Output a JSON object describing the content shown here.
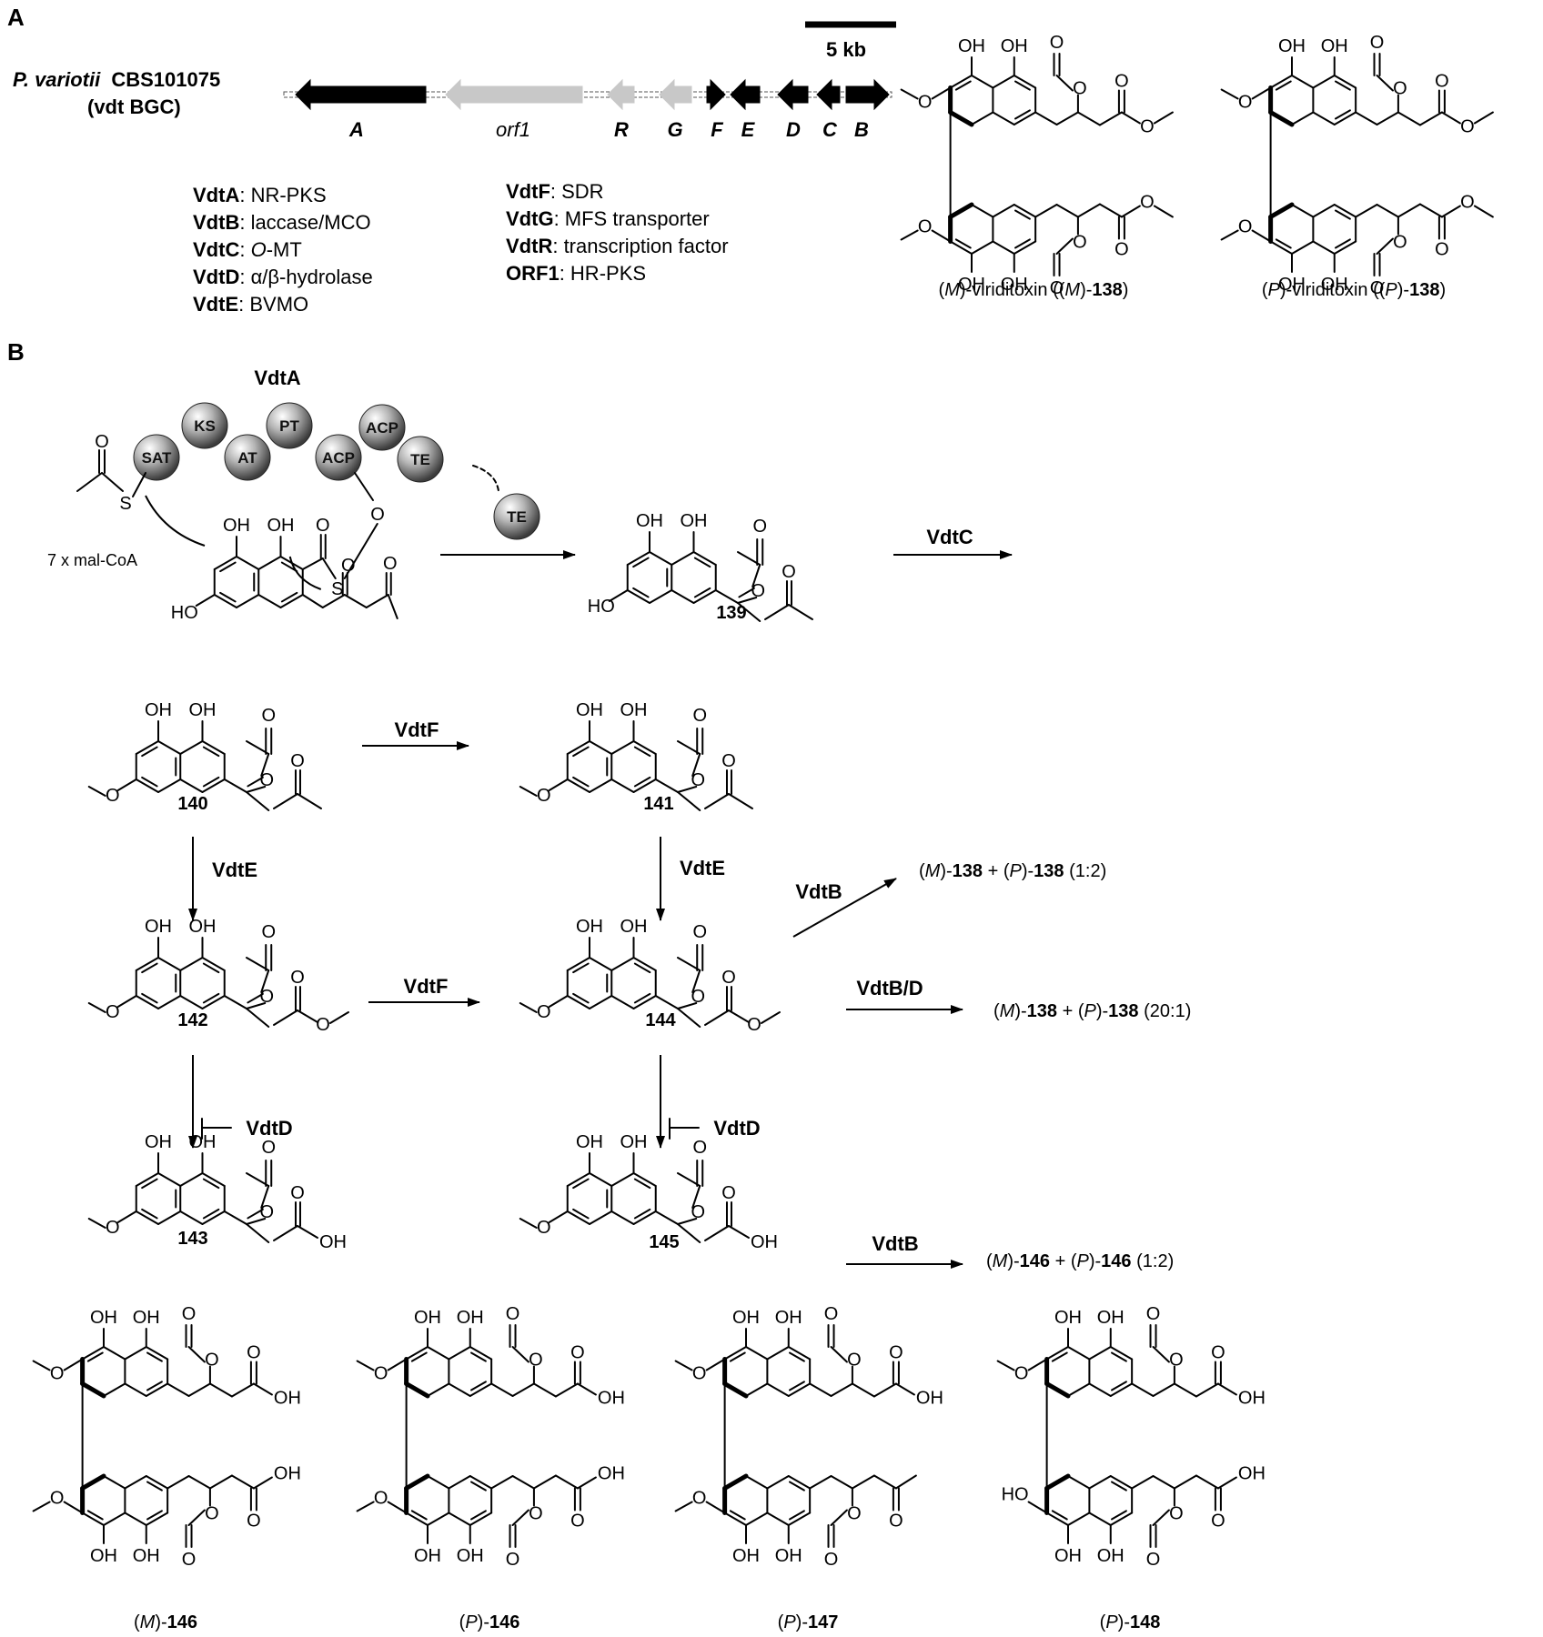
{
  "panels": {
    "a": "A",
    "b": "B"
  },
  "cluster": {
    "organism": "P. variotii",
    "strain": "CBS101075",
    "bgc": "(vdt BGC)",
    "scale": "5 kb",
    "genes": [
      {
        "label": "A",
        "italic_bold": true,
        "color": "#000000"
      },
      {
        "label": "orf1",
        "italic_bold": false,
        "color": "#c8c8c8"
      },
      {
        "label": "R",
        "italic_bold": true,
        "color": "#c8c8c8"
      },
      {
        "label": "G",
        "italic_bold": true,
        "color": "#c8c8c8"
      },
      {
        "label": "F",
        "italic_bold": true,
        "color": "#000000"
      },
      {
        "label": "E",
        "italic_bold": true,
        "color": "#000000"
      },
      {
        "label": "D",
        "italic_bold": true,
        "color": "#000000"
      },
      {
        "label": "C",
        "italic_bold": true,
        "color": "#000000"
      },
      {
        "label": "B",
        "italic_bold": true,
        "color": "#000000"
      }
    ]
  },
  "legend_left": [
    {
      "name": "VdtA",
      "sep": ": ",
      "desc": "NR-PKS"
    },
    {
      "name": "VdtB",
      "sep": ": ",
      "desc": "laccase/MCO"
    },
    {
      "name": "VdtC",
      "sep": ": ",
      "desc_italic": "O",
      "desc": "-MT"
    },
    {
      "name": "VdtD",
      "sep": ": ",
      "desc": "α/β-hydrolase"
    },
    {
      "name": "VdtE",
      "sep": ": ",
      "desc": "BVMO"
    }
  ],
  "legend_right": [
    {
      "name": "VdtF",
      "sep": ": ",
      "desc": "SDR"
    },
    {
      "name": "VdtG",
      "sep": ": ",
      "desc": "MFS transporter"
    },
    {
      "name": "VdtR",
      "sep": ": ",
      "desc": "transcription factor"
    },
    {
      "name": "ORF1",
      "sep": ": ",
      "desc": "HR-PKS"
    }
  ],
  "top_products": [
    {
      "pre": "(",
      "stereo": "M",
      "mid": ")-viriditoxin ((",
      "stereo2": "M",
      "post": ")-",
      "num": "138",
      "end": ")"
    },
    {
      "pre": "(",
      "stereo": "P",
      "mid": ")-viriditoxin ((",
      "stereo2": "P",
      "post": ")-",
      "num": "138",
      "end": ")"
    }
  ],
  "pks": {
    "title": "VdtA",
    "domains": [
      "SAT",
      "KS",
      "AT",
      "PT",
      "ACP",
      "ACP",
      "TE"
    ],
    "released_domain": "TE",
    "malonyl": "7 x mal-CoA"
  },
  "compounds": {
    "c139": "139",
    "c140": "140",
    "c141": "141",
    "c142": "142",
    "c143": "143",
    "c144": "144",
    "c145": "145"
  },
  "enzymes": {
    "vdtC": "VdtC",
    "vdtF_1": "VdtF",
    "vdtF_2": "VdtF",
    "vdtE_1": "VdtE",
    "vdtE_2": "VdtE",
    "vdtD_1": "VdtD",
    "vdtD_2": "VdtD",
    "vdtB_1": "VdtB",
    "vdtBD": "VdtB/D",
    "vdtB_2": "VdtB"
  },
  "outcomes": [
    {
      "m": "M",
      "mnum": "138",
      "p": "P",
      "pnum": "138",
      "ratio": "(1:2)"
    },
    {
      "m": "M",
      "mnum": "138",
      "p": "P",
      "pnum": "138",
      "ratio": "(20:1)"
    },
    {
      "m": "M",
      "mnum": "146",
      "p": "P",
      "pnum": "146",
      "ratio": "(1:2)"
    }
  ],
  "bottom_products": [
    {
      "stereo": "M",
      "num": "146"
    },
    {
      "stereo": "P",
      "num": "146"
    },
    {
      "stereo": "P",
      "num": "147"
    },
    {
      "stereo": "P",
      "num": "148"
    }
  ],
  "atoms": {
    "oh": "OH",
    "ho": "HO",
    "o": "O",
    "s": "S"
  }
}
